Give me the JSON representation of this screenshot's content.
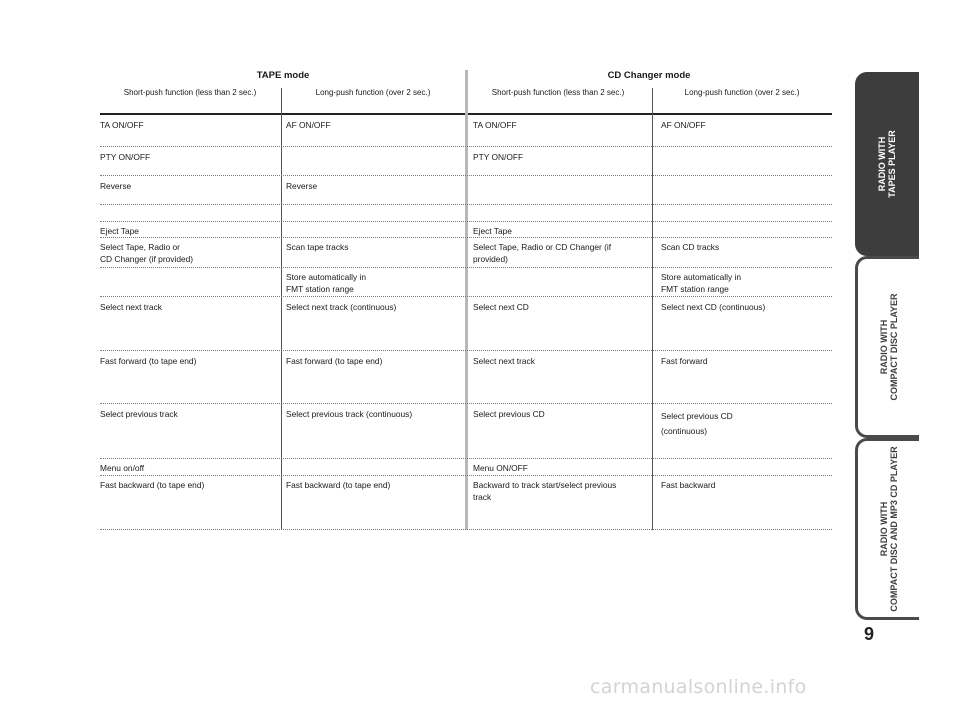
{
  "table": {
    "tape_mode_title": "TAPE mode",
    "cd_mode_title": "CD Changer mode",
    "column_headers": [
      "Short-push function (less than 2 sec.)",
      "Long-push function (over 2 sec.)",
      "Short-push function (less than 2 sec.)",
      "Long-push function (over 2 sec.)"
    ],
    "rows": [
      {
        "cells": [
          "TA ON/OFF",
          "AF ON/OFF",
          "TA ON/OFF",
          "AF ON/OFF"
        ]
      },
      {
        "cells": [
          "PTY ON/OFF",
          "",
          "PTY ON/OFF",
          ""
        ]
      },
      {
        "cells": [
          "Reverse",
          "Reverse",
          "",
          ""
        ]
      },
      {
        "cells": [
          "",
          "",
          "",
          ""
        ]
      },
      {
        "cells": [
          "Eject Tape",
          "",
          "Eject Tape",
          ""
        ]
      },
      {
        "cells": [
          "Select Tape, Radio or\nCD Changer (if provided)",
          "Scan tape tracks",
          "Select Tape, Radio or CD Changer (if\nprovided)",
          "Scan CD tracks"
        ]
      },
      {
        "cells": [
          "",
          "Store automatically in\nFMT station range",
          "",
          "Store automatically in\nFMT station range"
        ]
      },
      {
        "cells": [
          "Select next track",
          "Select next track (continuous)",
          "Select next CD",
          "Select next CD (continuous)"
        ]
      },
      {
        "cells": [
          "Fast forward (to tape end)",
          "Fast forward (to tape end)",
          "Select next track",
          "Fast forward"
        ]
      },
      {
        "cells": [
          "Select previous track",
          "Select previous track (continuous)",
          "Select previous CD",
          "Select previous CD\n(continuous)"
        ]
      },
      {
        "cells": [
          "Menu on/off",
          "",
          "Menu ON/OFF",
          ""
        ]
      },
      {
        "cells": [
          "Fast backward (to tape end)",
          "Fast backward (to tape end)",
          "Backward to track start/select previous\ntrack",
          "Fast backward"
        ]
      }
    ]
  },
  "side_tabs": [
    {
      "lines": [
        "RADIO WITH",
        "TAPES PLAYER"
      ],
      "active": true
    },
    {
      "lines": [
        "RADIO WITH",
        "COMPACT DISC PLAYER"
      ],
      "active": false
    },
    {
      "lines": [
        "RADIO WITH",
        "COMPACT DISC AND MP3 CD PLAYER"
      ],
      "active": false
    }
  ],
  "page_number": "9",
  "watermark": "carmanualsonline.info",
  "colors": {
    "tab_active": "#3d3d3d",
    "divider": "#b8b8b8"
  }
}
